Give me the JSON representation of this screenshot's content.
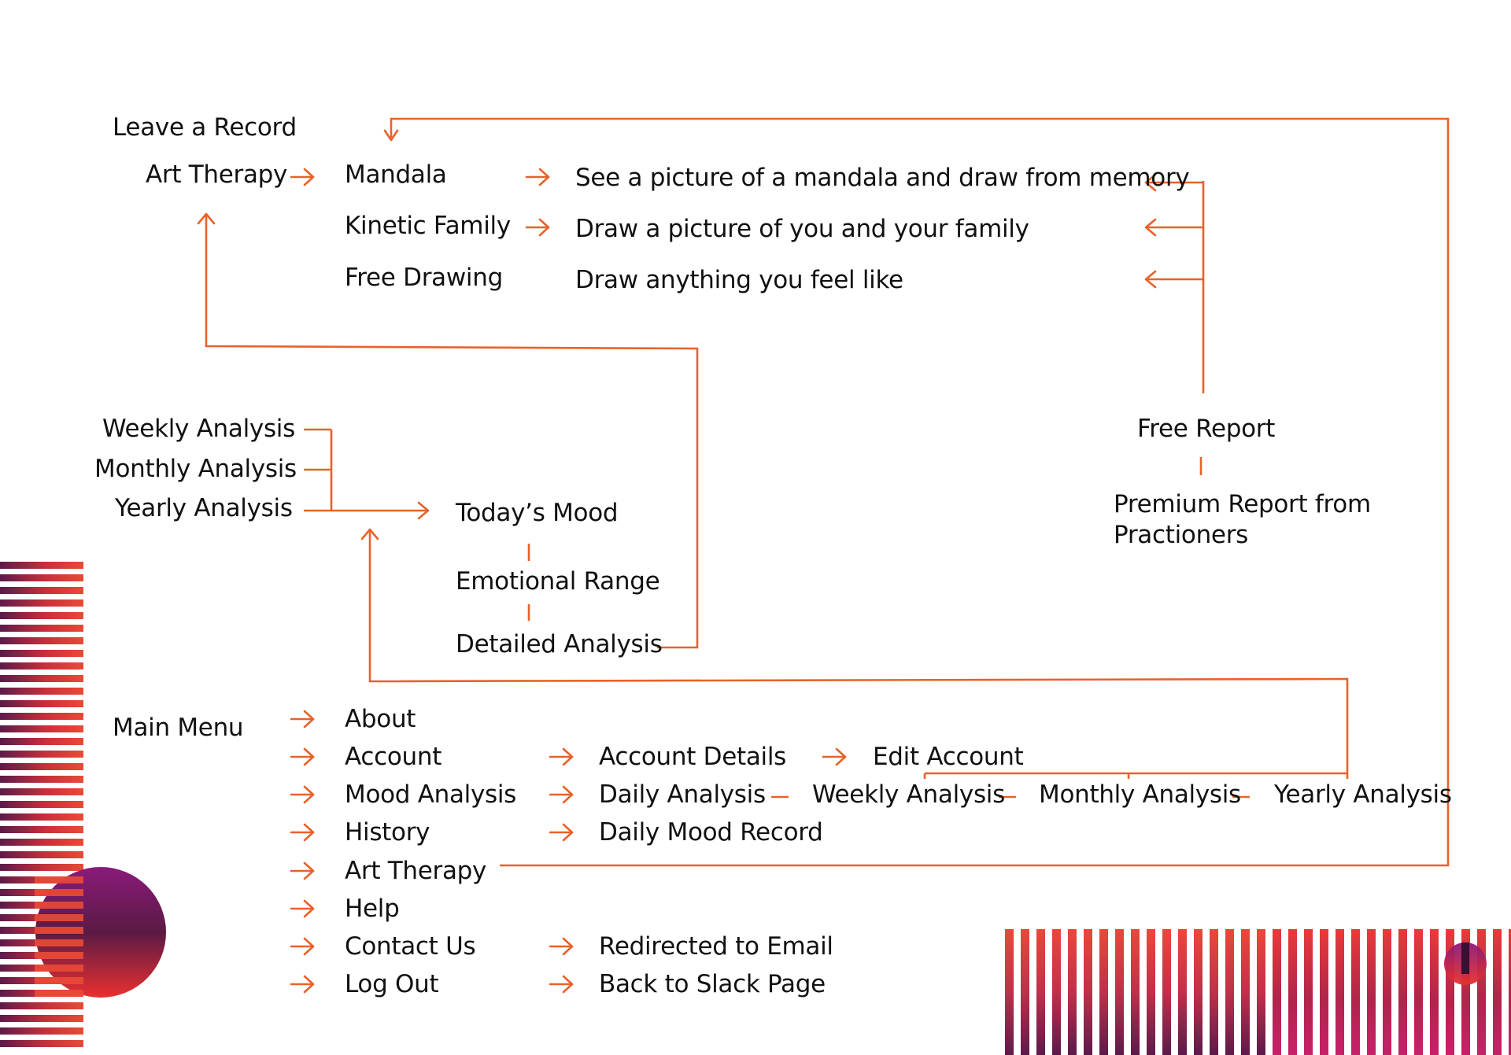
{
  "colors": {
    "connector": "#e8622a",
    "text": "#111111",
    "gradient_orange": "#e8493a",
    "gradient_purple": "#5c1a4a",
    "gradient_magenta": "#8a1a7a",
    "gradient_red": "#e8302a"
  },
  "art_therapy_section": {
    "leave_a_record": "Leave a Record",
    "art_therapy": "Art Therapy",
    "activities": [
      {
        "name": "Mandala",
        "description": "See a picture of a mandala and draw from memory"
      },
      {
        "name": "Kinetic Family",
        "description": "Draw a picture of you and your family"
      },
      {
        "name": "Free Drawing",
        "description": "Draw anything you feel like"
      }
    ]
  },
  "reports": {
    "free": "Free Report",
    "premium_line1": "Premium Report from",
    "premium_line2": "Practioners"
  },
  "mood_section": {
    "analyses": [
      "Weekly Analysis",
      "Monthly Analysis",
      "Yearly Analysis"
    ],
    "todays_mood": "Today’s Mood",
    "emotional_range": "Emotional Range",
    "detailed_analysis": "Detailed Analysis"
  },
  "main_menu": {
    "title": "Main Menu",
    "items": [
      "About",
      "Account",
      "Mood Analysis",
      "History",
      "Art Therapy",
      "Help",
      "Contact Us",
      "Log Out"
    ],
    "account_details": "Account Details",
    "edit_account": "Edit Account",
    "daily_analysis": "Daily Analysis",
    "weekly_analysis": "Weekly Analysis",
    "monthly_analysis": "Monthly Analysis",
    "yearly_analysis": "Yearly Analysis",
    "daily_mood_record": "Daily Mood Record",
    "redirected_to_email": "Redirected to Email",
    "back_to_slack_page": "Back to Slack Page"
  },
  "icons": [
    "arrow-right-icon",
    "arrow-left-icon",
    "arrow-up-icon",
    "arrow-down-icon"
  ]
}
